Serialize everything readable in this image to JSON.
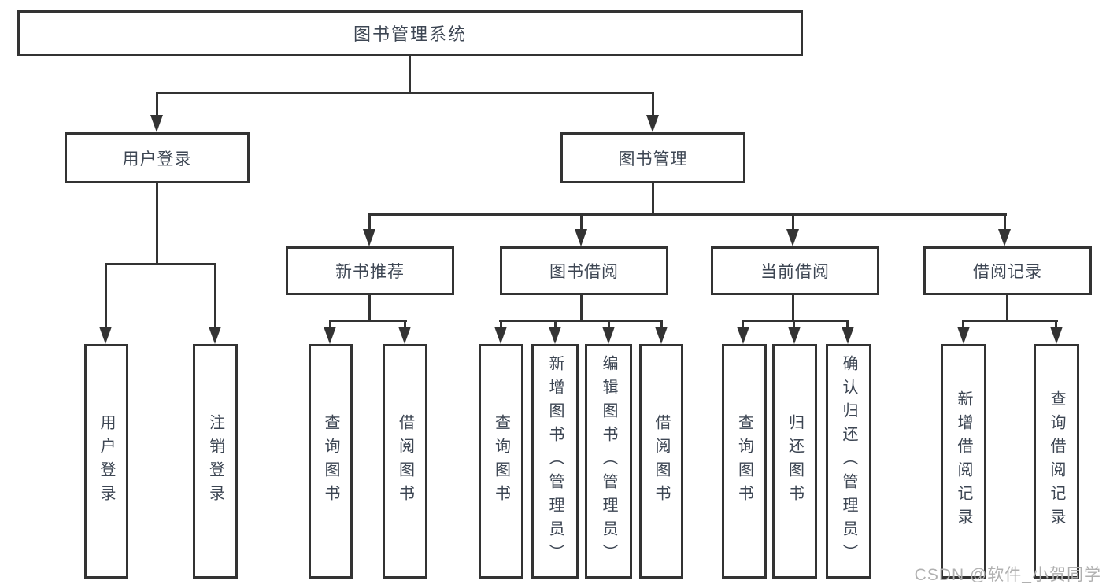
{
  "diagram": {
    "background": "#ffffff",
    "line_color": "#333333",
    "text_color": "#3d4653",
    "root": "图书管理系统",
    "level2": [
      "用户登录",
      "图书管理"
    ],
    "level3": [
      "新书推荐",
      "图书借阅",
      "当前借阅",
      "借阅记录"
    ],
    "leaves": {
      "user_login": [
        "用户登录",
        "注销登录"
      ],
      "new_book_rec": [
        "查询图书",
        "借阅图书"
      ],
      "book_borrow": [
        "查询图书",
        "新增图书（管理员）",
        "编辑图书（管理员）",
        "借阅图书"
      ],
      "current_borrow": [
        "查询图书",
        "归还图书",
        "确认归还（管理员）"
      ],
      "borrow_record": [
        "新增借阅记录",
        "查询借阅记录"
      ]
    }
  },
  "watermark": {
    "text": "CSDN @软件_小贺同学",
    "color": "#b0b0b0"
  }
}
